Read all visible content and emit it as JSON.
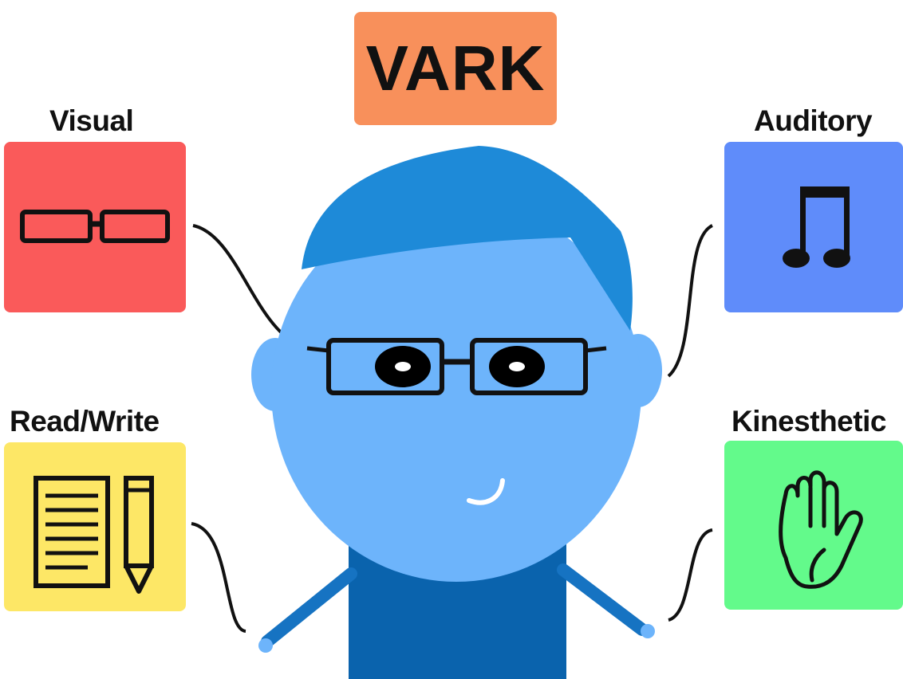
{
  "title": "VARK",
  "styles": [
    {
      "name": "Visual",
      "color": "#fa5a5a",
      "icon": "glasses-icon"
    },
    {
      "name": "Auditory",
      "color": "#5f8cfa",
      "icon": "music-note-icon"
    },
    {
      "name": "Read/Write",
      "color": "#fde766",
      "icon": "document-pencil-icon"
    },
    {
      "name": "Kinesthetic",
      "color": "#63fa8b",
      "icon": "hand-icon"
    }
  ],
  "colors": {
    "title_box": "#f8905b",
    "face": "#6db4fb",
    "hair": "#1e8ad8",
    "body": "#0a63ad",
    "outline": "#111111"
  }
}
